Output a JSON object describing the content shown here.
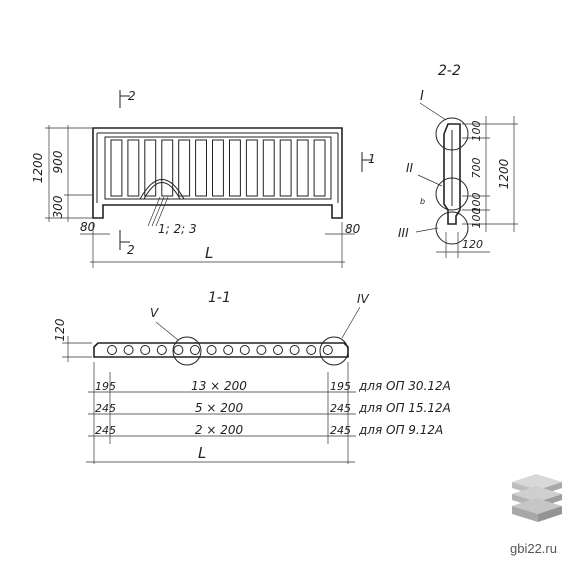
{
  "section_marks": {
    "cut_1_top": "1",
    "cut_2_top": "2",
    "cut_2_bottom": "2",
    "section_2_2_title": "2-2",
    "section_1_1_title": "1-1"
  },
  "elevation": {
    "dim_total_height": "1200",
    "dim_upper": "900",
    "dim_lower": "300",
    "dim_left_edge": "80",
    "dim_right_edge": "80",
    "length_symbol": "L",
    "reinforcement_note": "1; 2; 3"
  },
  "section_2_2": {
    "node_1": "I",
    "node_2": "II",
    "node_3": "III",
    "dim_top": "100",
    "dim_mid": "700",
    "dim_bot1": "100",
    "dim_bot2": "100",
    "dim_total": "1200",
    "dim_width": "120",
    "small_mark": "b"
  },
  "section_1_1": {
    "dim_height": "120",
    "node_5": "V",
    "node_4": "IV",
    "length_symbol": "L",
    "rows": [
      {
        "left": "195",
        "center": "13 × 200",
        "right": "195",
        "note": "для ОП 30.12А"
      },
      {
        "left": "245",
        "center": "5 × 200",
        "right": "245",
        "note": "для ОП 15.12А"
      },
      {
        "left": "245",
        "center": "2 × 200",
        "right": "245",
        "note": "для ОП 9.12А"
      }
    ]
  },
  "watermark": {
    "site": "gbi22.ru"
  }
}
